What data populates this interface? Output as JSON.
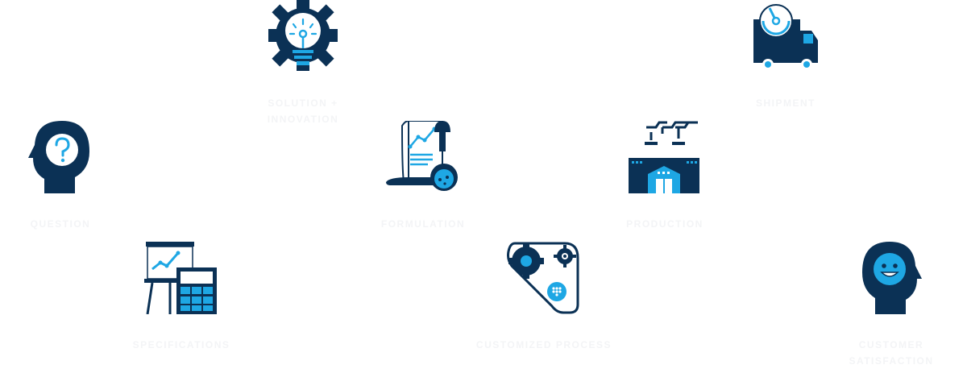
{
  "colors": {
    "navy": "#0b3155",
    "blue": "#1ea7e4",
    "label": "#f3f4f6"
  },
  "steps": [
    {
      "id": "question",
      "label_lines": [
        "QUESTION"
      ],
      "icon": "head-question-icon"
    },
    {
      "id": "specifications",
      "label_lines": [
        "SPECIFICATIONS"
      ],
      "icon": "easel-calculator-icon"
    },
    {
      "id": "solution",
      "label_lines": [
        "SOLUTION +",
        "INNOVATION"
      ],
      "icon": "gear-lightbulb-icon"
    },
    {
      "id": "formulation",
      "label_lines": [
        "FORMULATION"
      ],
      "icon": "flask-chart-icon"
    },
    {
      "id": "customized",
      "label_lines": [
        "CUSTOMIZED PROCESS"
      ],
      "icon": "gears-process-icon"
    },
    {
      "id": "production",
      "label_lines": [
        "PRODUCTION"
      ],
      "icon": "factory-icon"
    },
    {
      "id": "shipment",
      "label_lines": [
        "SHIPMENT"
      ],
      "icon": "truck-icon"
    },
    {
      "id": "satisfaction",
      "label_lines": [
        "CUSTOMER SATISFACTION"
      ],
      "icon": "head-smile-icon"
    }
  ]
}
